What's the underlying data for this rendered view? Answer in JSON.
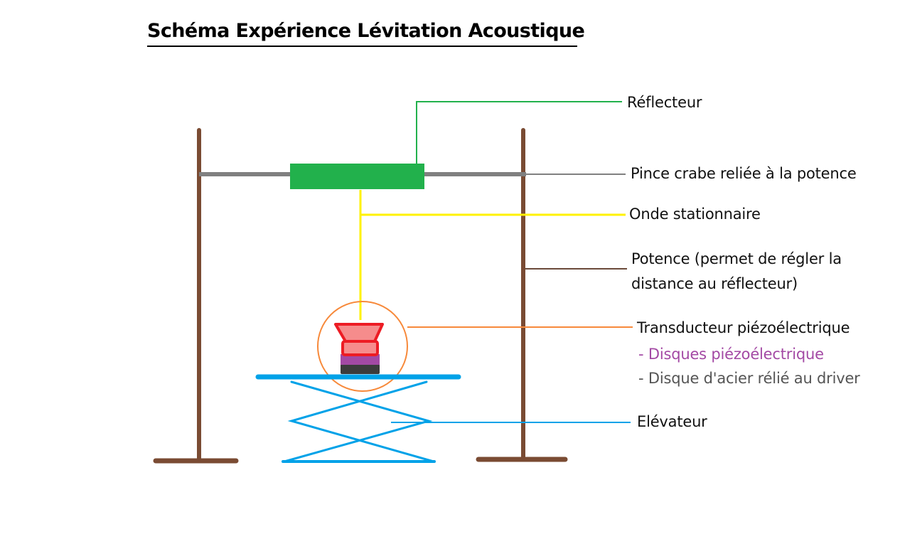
{
  "title": "Schéma Expérience Lévitation Acoustique",
  "labels": {
    "reflecteur": "Réflecteur",
    "pince": "Pince crabe reliée à la potence",
    "onde": "Onde stationnaire",
    "potence_line1": "Potence (permet de régler la",
    "potence_line2": "distance au réflecteur)",
    "transducteur": "Transducteur piézoélectrique",
    "disques": "- Disques piézoélectrique",
    "acier": "- Disque d'acier rélié au driver",
    "elevateur": "Elévateur"
  },
  "colors": {
    "potence": "#7a4b33",
    "clamp_rod": "#808080",
    "reflector": "#22b14c",
    "standing_wave": "#fff200",
    "transducer_circle": "#f7893a",
    "transducer_red": "#ed1c24",
    "transducer_pink": "#f68c8c",
    "piezo_disc": "#a349a4",
    "steel_disc": "#3c3c3c",
    "elevator": "#00a2e8",
    "potence_label_line": "#6b4a3a"
  }
}
